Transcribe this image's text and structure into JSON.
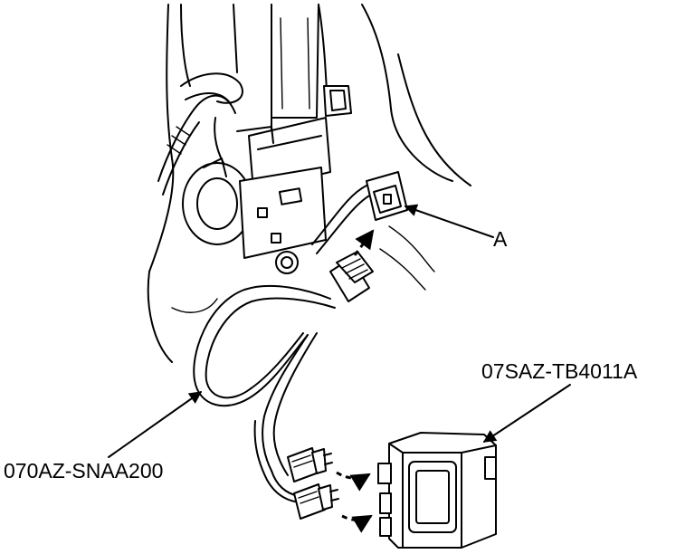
{
  "diagram": {
    "callouts": {
      "connector_a": "A",
      "harness_part": "070AZ-SNAA200",
      "module_part": "07SAZ-TB4011A"
    }
  }
}
